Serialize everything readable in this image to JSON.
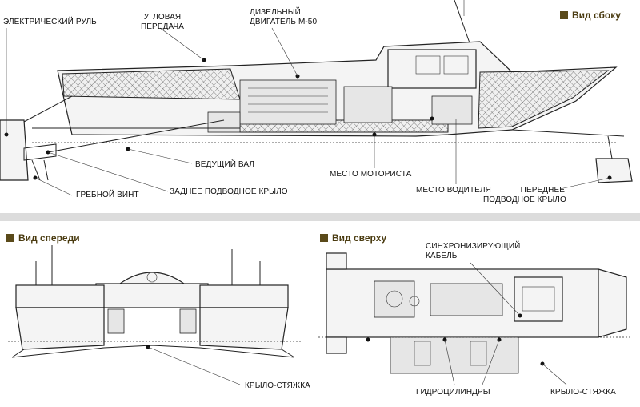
{
  "sections": {
    "side": {
      "title": "Вид сбоку"
    },
    "front": {
      "title": "Вид спереди"
    },
    "top": {
      "title": "Вид сверху"
    }
  },
  "labels": {
    "electric_rudder": "ЭЛЕКТРИЧЕСКИЙ РУЛЬ",
    "angle_gear_1": "УГЛОВАЯ",
    "angle_gear_2": "ПЕРЕДАЧА",
    "diesel_1": "ДИЗЕЛЬНЫЙ",
    "diesel_2": "ДВИГАТЕЛЬ М-50",
    "drive_shaft": "ВЕДУЩИЙ ВАЛ",
    "propeller": "ГРЕБНОЙ ВИНТ",
    "rear_foil": "ЗАДНЕЕ ПОДВОДНОЕ КРЫЛО",
    "motorist_place": "МЕСТО МОТОРИСТА",
    "driver_place": "МЕСТО ВОДИТЕЛЯ",
    "front_foil_1": "ПЕРЕДНЕЕ",
    "front_foil_2": "ПОДВОДНОЕ КРЫЛО",
    "wing_tie_front": "КРЫЛО-СТЯЖКА",
    "sync_cable_1": "СИНХРОНИЗИРУЮЩИЙ",
    "sync_cable_2": "КАБЕЛЬ",
    "hydro_cylinders": "ГИДРОЦИЛИНДРЫ",
    "wing_tie_top": "КРЫЛО-СТЯЖКА"
  },
  "colors": {
    "title_square": "#5a4a1a",
    "title_text": "#4a3b10",
    "divider": "#dcdcdc",
    "line": "#222222"
  }
}
